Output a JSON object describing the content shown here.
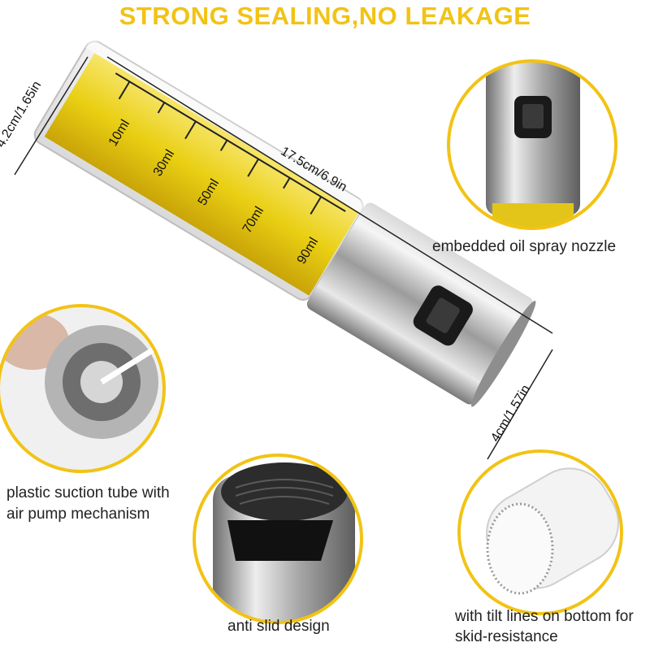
{
  "headline": "STRONG SEALING,NO LEAKAGE",
  "dimensions": {
    "height": "4.2cm/1.65in",
    "length": "17.5cm/6.9in",
    "width": "4cm/1.57in"
  },
  "scale_marks": [
    "10ml",
    "30ml",
    "50ml",
    "70ml",
    "90ml"
  ],
  "captions": {
    "nozzle": "embedded oil spray nozzle",
    "tube_line1": "plastic suction tube with",
    "tube_line2": "air pump mechanism",
    "anti_slid": "anti slid design",
    "tilt_line1": "with tilt lines on bottom for",
    "tilt_line2": "skid-resistance"
  },
  "colors": {
    "accent": "#F2C315",
    "oil": "#E6CB10",
    "steel": "#B8B8B8"
  }
}
